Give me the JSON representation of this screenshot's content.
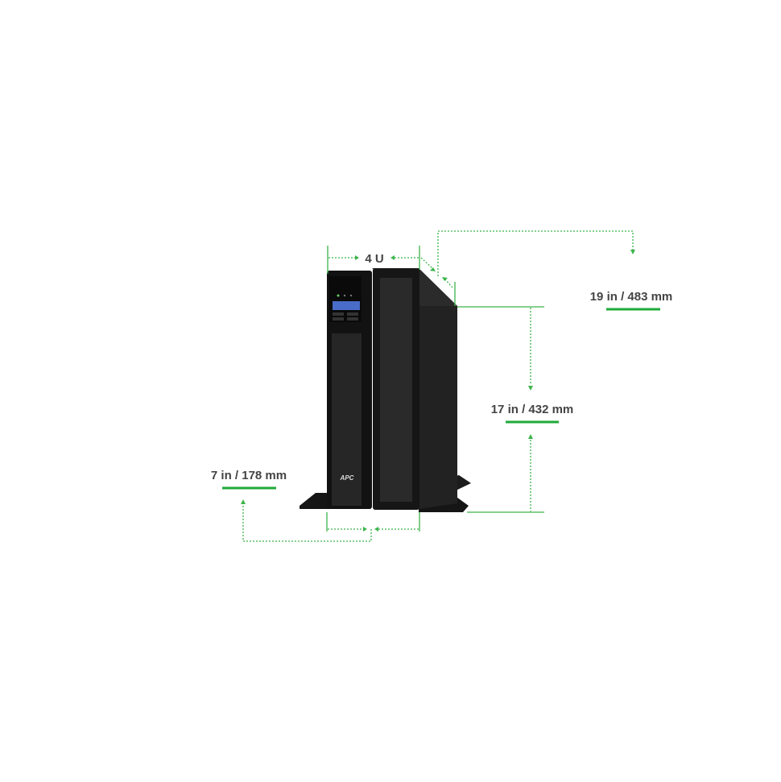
{
  "product": {
    "brand_logo": "APC"
  },
  "dimensions": {
    "rack_units": "4 U",
    "width": "19 in / 483 mm",
    "depth": "17 in / 432 mm",
    "height": "7 in / 178 mm"
  },
  "colors": {
    "accent": "#3cb44b",
    "device": "#1a1a1a",
    "label": "#444444"
  }
}
